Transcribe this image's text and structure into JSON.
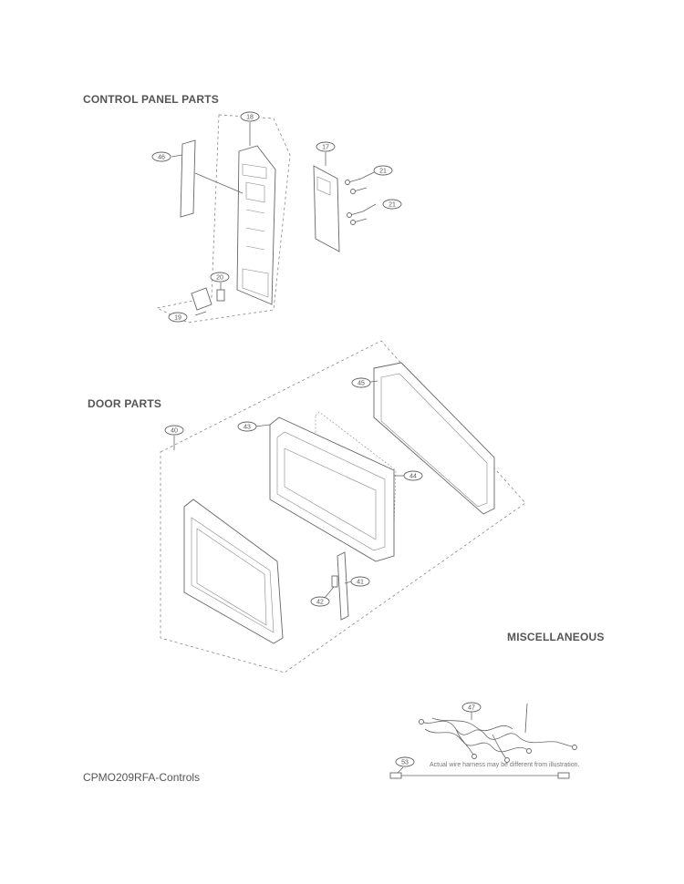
{
  "sections": {
    "control_panel": "CONTROL PANEL PARTS",
    "door": "DOOR PARTS",
    "misc": "MISCELLANEOUS"
  },
  "callouts": {
    "c18": "18",
    "c46": "46",
    "c17": "17",
    "c21a": "21",
    "c21b": "21",
    "c20": "20",
    "c19": "19",
    "c45": "45",
    "c40": "40",
    "c43": "43",
    "c44": "44",
    "c41": "41",
    "c42": "42",
    "c47": "47",
    "c53": "53"
  },
  "note": "Actual wire harness may be different from illustration.",
  "footer": "CPMO209RFA-Controls"
}
